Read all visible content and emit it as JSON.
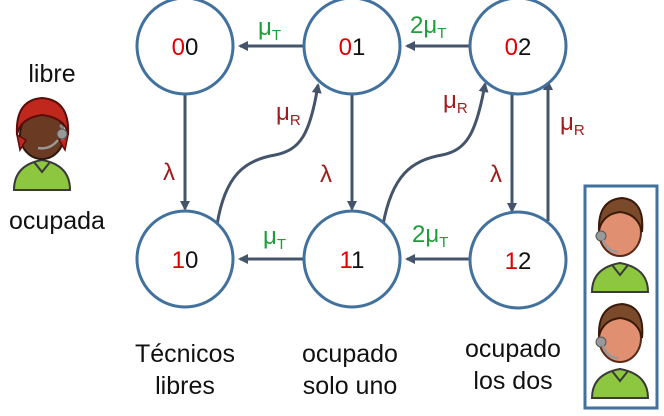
{
  "states": [
    {
      "id": "00",
      "first": "0",
      "second": "0"
    },
    {
      "id": "01",
      "first": "0",
      "second": "1"
    },
    {
      "id": "02",
      "first": "0",
      "second": "2"
    },
    {
      "id": "10",
      "first": "1",
      "second": "0"
    },
    {
      "id": "11",
      "first": "1",
      "second": "1"
    },
    {
      "id": "12",
      "first": "1",
      "second": "2"
    }
  ],
  "transitions": {
    "mu_t_top": {
      "base": "μ",
      "sub": "T"
    },
    "mu_2t_top": {
      "prefix": "2",
      "base": "μ",
      "sub": "T"
    },
    "mu_t_bottom": {
      "base": "μ",
      "sub": "T"
    },
    "mu_2t_bottom": {
      "prefix": "2",
      "base": "μ",
      "sub": "T"
    },
    "mu_r_left": {
      "base": "μ",
      "sub": "R"
    },
    "mu_r_mid": {
      "base": "μ",
      "sub": "R"
    },
    "mu_r_right": {
      "base": "μ",
      "sub": "R"
    },
    "lambda_left": "λ",
    "lambda_mid": "λ",
    "lambda_right": "λ"
  },
  "legend": {
    "free_label": "libre",
    "busy_label": "ocupada"
  },
  "captions": {
    "col1_line1": "Técnicos",
    "col1_line2": "libres",
    "col2_line1": "ocupado",
    "col2_line2": "solo uno",
    "col3_line1": "ocupado",
    "col3_line2": "los dos"
  },
  "colors": {
    "circle_stroke": "#41719c",
    "arrow": "#44546a",
    "red_digit": "#e00000",
    "green_rate": "#1e9e3a",
    "darkred_rate": "#a01c1c"
  },
  "icons": [
    "operator-red-headset-icon",
    "technician-icon"
  ]
}
